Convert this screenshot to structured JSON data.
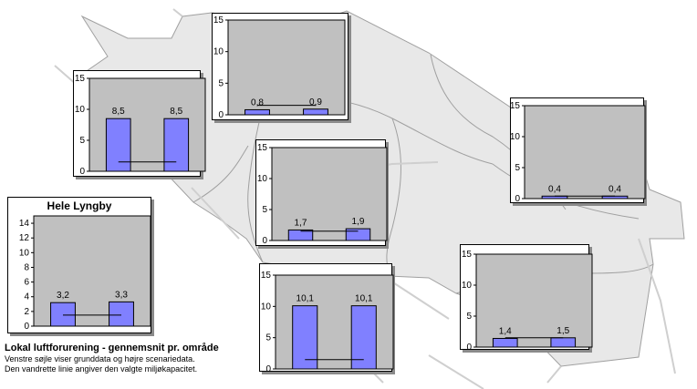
{
  "colors": {
    "bar": "#8080ff",
    "plot_bg": "#c0c0c0",
    "map_fill": "#e8e8e8",
    "map_line": "#a0a0a0",
    "road": "#cfcfcf"
  },
  "caption": {
    "title": "Lokal luftforurening - gennemsnit pr. område",
    "line1": "Venstre søjle viser grunddata og højre scenariedata.",
    "line2": "Den vandrette linie angiver den valgte miljøkapacitet."
  },
  "chart_data": [
    {
      "id": "hele-lyngby",
      "type": "bar",
      "title": "Hele Lyngby",
      "categories": [
        "",
        ""
      ],
      "values": [
        3.2,
        3.3
      ],
      "labels": [
        "3,2",
        "3,3"
      ],
      "ylim": [
        0,
        15
      ],
      "yticks": [
        "0",
        "2",
        "4",
        "6",
        "8",
        "10",
        "12",
        "14"
      ],
      "capacity": 1.5,
      "grid": false
    },
    {
      "id": "area-top-center",
      "type": "bar",
      "title": "",
      "categories": [
        "",
        ""
      ],
      "values": [
        0.8,
        0.9
      ],
      "labels": [
        "0,8",
        "0,9"
      ],
      "ylim": [
        0,
        15
      ],
      "yticks": [
        "0",
        "5",
        "10",
        "15"
      ],
      "capacity": 1.5,
      "grid": false
    },
    {
      "id": "area-left",
      "type": "bar",
      "title": "",
      "categories": [
        "",
        ""
      ],
      "values": [
        8.5,
        8.5
      ],
      "labels": [
        "8,5",
        "8,5"
      ],
      "ylim": [
        0,
        15
      ],
      "yticks": [
        "0",
        "5",
        "10",
        "15"
      ],
      "capacity": 1.5,
      "grid": false
    },
    {
      "id": "area-center",
      "type": "bar",
      "title": "",
      "categories": [
        "",
        ""
      ],
      "values": [
        1.7,
        1.9
      ],
      "labels": [
        "1,7",
        "1,9"
      ],
      "ylim": [
        0,
        15
      ],
      "yticks": [
        "0",
        "5",
        "10",
        "15"
      ],
      "capacity": 1.5,
      "grid": false
    },
    {
      "id": "area-right",
      "type": "bar",
      "title": "",
      "categories": [
        "",
        ""
      ],
      "values": [
        0.4,
        0.4
      ],
      "labels": [
        "0,4",
        "0,4"
      ],
      "ylim": [
        0,
        15
      ],
      "yticks": [
        "0",
        "5",
        "10",
        "15"
      ],
      "capacity": 0.4,
      "grid": false
    },
    {
      "id": "area-bottom-center",
      "type": "bar",
      "title": "",
      "categories": [
        "",
        ""
      ],
      "values": [
        10.1,
        10.1
      ],
      "labels": [
        "10,1",
        "10,1"
      ],
      "ylim": [
        0,
        15
      ],
      "yticks": [
        "0",
        "5",
        "10",
        "15"
      ],
      "capacity": 1.5,
      "grid": false
    },
    {
      "id": "area-bottom-right",
      "type": "bar",
      "title": "",
      "categories": [
        "",
        ""
      ],
      "values": [
        1.4,
        1.5
      ],
      "labels": [
        "1,4",
        "1,5"
      ],
      "ylim": [
        0,
        15
      ],
      "yticks": [
        "0",
        "5",
        "10",
        "15"
      ],
      "capacity": 1.5,
      "grid": false
    }
  ]
}
